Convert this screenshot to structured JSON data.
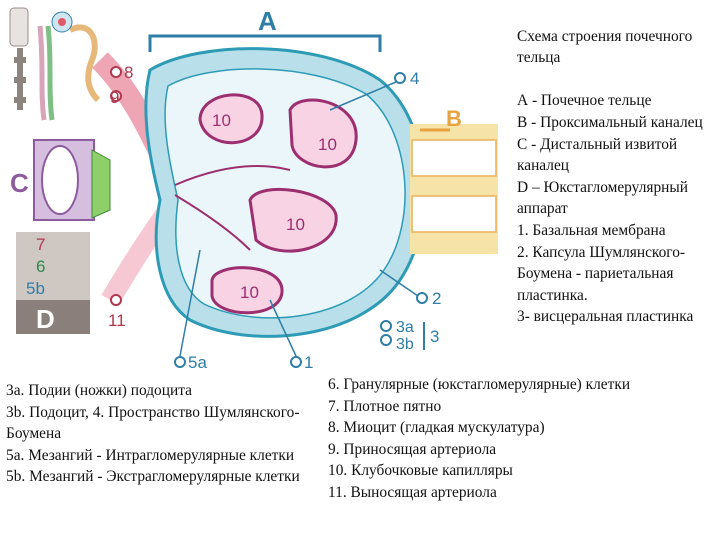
{
  "side_title": "Схема строения почечного тельца",
  "side_lines": "А - Почечное тельце\nВ - Проксимальный каналец\nС - Дистальный извитой каналец\nD – Юкстагломерулярный аппарат\n1. Базальная мембрана\n2. Капсула Шумлянского-Боумена - париетальная пластинка.\n3- висцеральная пластинка",
  "legend_left": "3а. Подии (ножки) подоцита\n3b. Подоцит, 4. Пространство Шумлянского-Боумена\n5а. Мезангий - Интрагломерулярные клетки\n5b. Мезангий - Экстрагломерулярные клетки",
  "legend_right": "6. Гранулярные (юкстагломерулярные) клетки\n7. Плотное пятно\n8. Миоцит (гладкая мускулатура)\n9. Приносящая артериола\n10. Клубочковые капилляры\n11. Выносящая артериола",
  "diagram_labels": {
    "A": "A",
    "B": "B",
    "C": "C",
    "D": "D",
    "n1": "1",
    "n2": "2",
    "n3": "3",
    "n3a": "3a",
    "n3b": "3b",
    "n4": "4",
    "n5a": "5a",
    "n5b": "5b",
    "n6": "6",
    "n7": "7",
    "n8": "8",
    "n9": "9",
    "cap1": "10",
    "cap2": "10",
    "cap3": "10",
    "cap4": "10",
    "n11": "11"
  },
  "colors": {
    "capsule": "#b9e0ea",
    "capsule_edge": "#2d9bb5",
    "capillary": "#f7d3e4",
    "capillary_edge": "#9c2f6f",
    "tubule": "#f6e3a7",
    "label_blue": "#2f7ea7",
    "label_red": "#b0384f",
    "arterial": "#e8879b",
    "distal": "#d6bedf",
    "macula": "#8fcf6a",
    "dark_panel": "#8a7f7a",
    "light_panel": "#cfc7c2"
  }
}
